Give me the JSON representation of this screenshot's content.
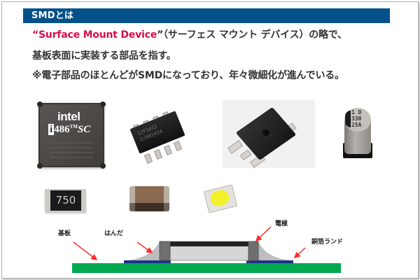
{
  "header": {
    "title": "SMDとは",
    "bar_color": "#04508a"
  },
  "intro": {
    "line1_open_quote": "“",
    "line1_term": "Surface Mount Device",
    "line1_close_quote": "”",
    "line1_rest": "（サーフェス マウント デバイス）の略で、",
    "line2": "基板表面に実装する部品を指す。",
    "line3": "※電子部品のほとんどがSMDになっており、年々微細化が進んでいる。",
    "accent_color": "#d70e4a"
  },
  "photos": {
    "intel_chip": {
      "brand": "intel",
      "model": "486",
      "suffix": "SC"
    },
    "soic_chip": {
      "marking": [
        "12F1822",
        "I/SN1424"
      ]
    },
    "dpak_transistor": {},
    "electrolytic_capacitor": {
      "marking": [
        "1 D",
        "330",
        "25A"
      ]
    },
    "chip_resistor": {
      "marking": "750"
    },
    "chip_capacitor": {},
    "smd_led": {}
  },
  "diagram": {
    "labels": {
      "board": "基板",
      "solder": "はんだ",
      "electrode": "電極",
      "copper_land": "銅箔ランド"
    },
    "colors": {
      "board": "#00a94f",
      "land": "#1f2f8f",
      "solder": "#bdbdbd",
      "electrode": "#6f6f6f",
      "body_top": "#222222",
      "body": "#d6d6d6",
      "arrow": "#ff2a2a"
    }
  }
}
